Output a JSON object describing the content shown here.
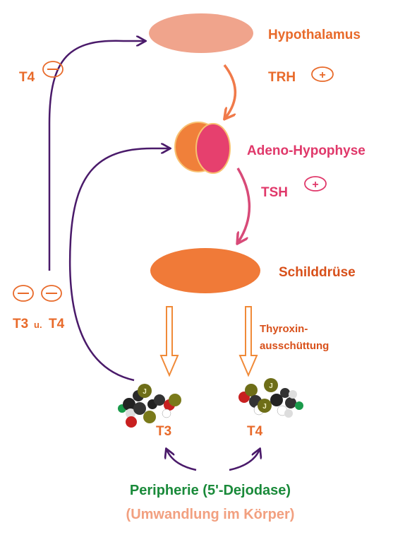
{
  "labels": {
    "hypothalamus": "Hypothalamus",
    "trh": "TRH",
    "adeno": "Adeno-Hypophyse",
    "tsh": "TSH",
    "schild": "Schilddrüse",
    "thyroxin_line1": "Thyroxin-",
    "thyroxin_line2": "ausschüttung",
    "t4_top": "T4",
    "t3_left": "T3",
    "u": "u.",
    "t4_left": "T4",
    "t3_mol": "T3",
    "t4_mol": "T4",
    "peripherie": "Peripherie (5'-Dejodase)",
    "umwandlung": "(Umwandlung im Körper)",
    "plus": "+",
    "minus": "−",
    "j": "J"
  },
  "colors": {
    "hypothalamus": "#f0a48c",
    "hypophysis_left": "#f0803a",
    "hypophysis_right": "#e6406e",
    "schild": "#f07a38",
    "orange_text": "#e86a2a",
    "pink_text": "#e0386a",
    "dark_orange_text": "#d8501a",
    "arrow_orange": "#f07a4a",
    "arrow_pink": "#d84a78",
    "feedback": "#4a1a6a",
    "green": "#1a8a3a",
    "salmon": "#f2a080",
    "hollow_arrow": "#f08a38"
  },
  "icons": {
    "plus_circle": "plus-circle-icon",
    "minus_circle": "minus-circle-icon",
    "molecule": "molecule-icon"
  }
}
